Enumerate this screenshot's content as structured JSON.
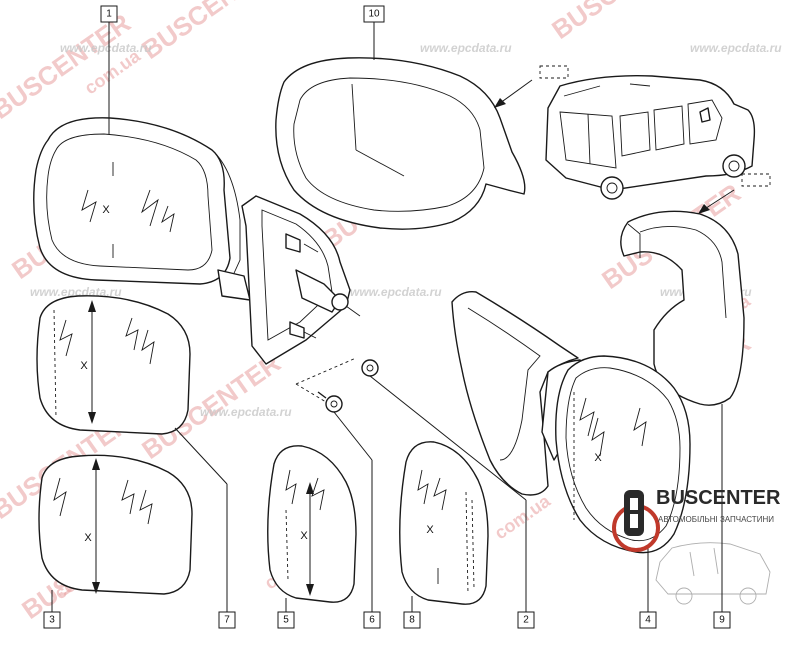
{
  "callouts": [
    {
      "id": "c1",
      "label": "1"
    },
    {
      "id": "c10",
      "label": "10"
    },
    {
      "id": "c2",
      "label": "2"
    },
    {
      "id": "c3",
      "label": "3"
    },
    {
      "id": "c4",
      "label": "4"
    },
    {
      "id": "c5",
      "label": "5"
    },
    {
      "id": "c6",
      "label": "6"
    },
    {
      "id": "c7",
      "label": "7"
    },
    {
      "id": "c8",
      "label": "8"
    },
    {
      "id": "c9",
      "label": "9"
    }
  ],
  "glass_marker": "X",
  "watermarks": {
    "brand": "BUSCENTER",
    "domain": "com.ua",
    "site": "www.epcdata.ru"
  },
  "logo": {
    "name": "BUSCENTER",
    "subtitle": "АВТОМОБІЛЬНІ ЗАПЧАСТИНИ"
  },
  "colors": {
    "line": "#1a1a1a",
    "watermark_red": "#e8a0a0",
    "watermark_grey": "#c8c8c8"
  }
}
